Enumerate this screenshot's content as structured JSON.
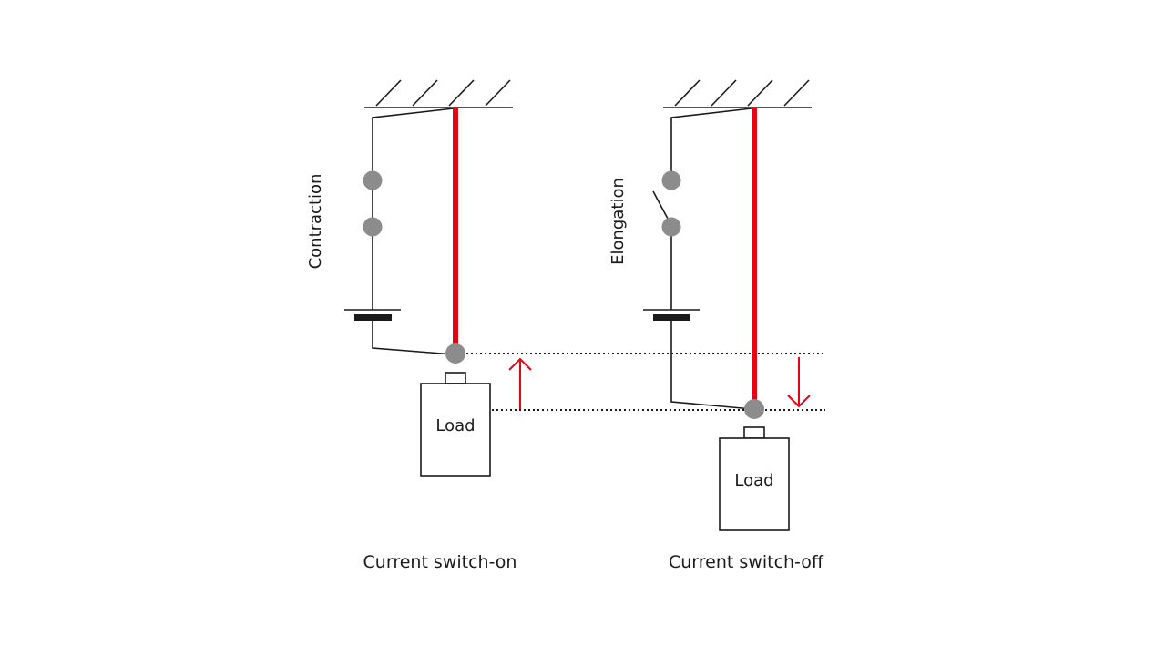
{
  "colors": {
    "wire": "#1a1a1a",
    "heated_wire": "#e30613",
    "node": "#8c8c8c",
    "arrow": "#e30613"
  },
  "left": {
    "side_label": "Contraction",
    "load_label": "Load",
    "caption": "Current switch-on",
    "switch_state": "closed",
    "motion": "up"
  },
  "right": {
    "side_label": "Elongation",
    "load_label": "Load",
    "caption": "Current switch-off",
    "switch_state": "open",
    "motion": "down"
  }
}
